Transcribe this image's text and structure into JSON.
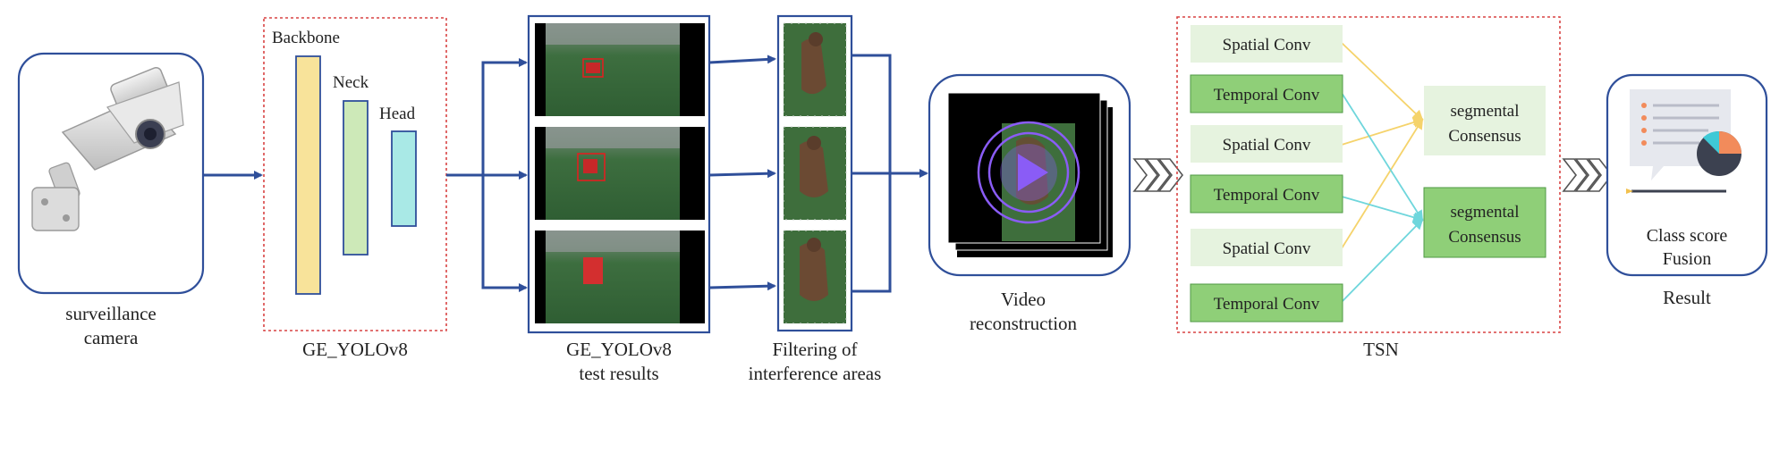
{
  "stages": {
    "camera": {
      "label_line1": "surveillance",
      "label_line2": "camera"
    },
    "yolo": {
      "title": "GE_YOLOv8",
      "backbone": "Backbone",
      "neck": "Neck",
      "head": "Head"
    },
    "detections": {
      "label_line1": "GE_YOLOv8",
      "label_line2": "test results"
    },
    "filtering": {
      "label_line1": "Filtering of",
      "label_line2": "interference areas"
    },
    "reconstruction": {
      "label_line1": "Video",
      "label_line2": "reconstruction"
    },
    "tsn": {
      "title": "TSN",
      "convs": [
        "Spatial Conv",
        "Temporal Conv",
        "Spatial Conv",
        "Temporal Conv",
        "Spatial Conv",
        "Temporal Conv"
      ],
      "consensus": [
        {
          "line1": "segmental",
          "line2": "Consensus"
        },
        {
          "line1": "segmental",
          "line2": "Consensus"
        }
      ]
    },
    "result": {
      "inner_line1": "Class score",
      "inner_line2": "Fusion",
      "title": "Result"
    }
  },
  "colors": {
    "arrow": "#2f4f9a",
    "dashed_border": "#d94444",
    "backbone": "#f8e39a",
    "neck": "#cde9b8",
    "head": "#a9e9e6",
    "spatial_conv": "#e6f3df",
    "temporal_conv": "#8fcf78",
    "consensus_light": "#e6f3df",
    "consensus_dark": "#8fcf78",
    "link_yellow": "#f5d36b",
    "link_cyan": "#6fd6dc",
    "play_purple": "#8a5cf6"
  }
}
